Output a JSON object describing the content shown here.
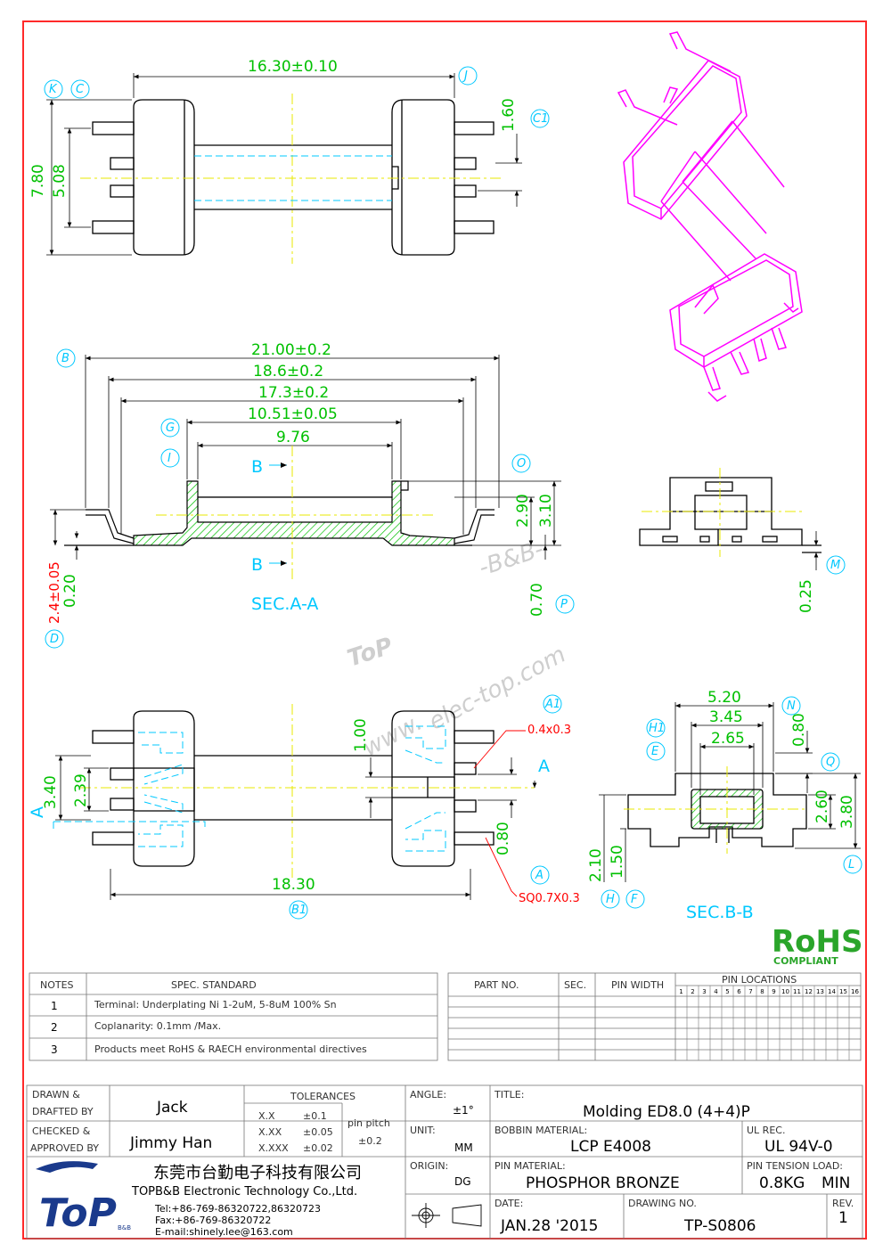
{
  "colors": {
    "frame": "#ff2a2a",
    "outline": "#000000",
    "dimension": "#00c000",
    "tolerance_red": "#ff0000",
    "reference": "#00c8ff",
    "iso_view": "#ff00ff",
    "hatch": "#00c000",
    "centerline": "#e8e800"
  },
  "dimensions": {
    "top": {
      "length": "16.30±0.10",
      "height": "7.80",
      "pin_span": "5.08",
      "pin_pitch": "1.60"
    },
    "section_aa": {
      "overall": "21.00±0.2",
      "pin_outer": "18.6±0.2",
      "flange_outer": "17.3±0.2",
      "flange_inner": "10.51±0.05",
      "winding": "9.76",
      "h1": "2.90",
      "h2": "3.10",
      "pin_height": "2.4±0.05",
      "thickness": "0.20",
      "standoff": "0.70",
      "label": "SEC.A-A",
      "cut_b1": "B",
      "cut_b2": "B"
    },
    "end_view": {
      "standoff": "0.25"
    },
    "bottom": {
      "w1": "3.40",
      "w2": "2.39",
      "slot": "1.00",
      "pin_w": "0.80",
      "length": "18.30",
      "note_a1": "0.4x0.3",
      "note_a": "SQ0.7X0.3",
      "cut_a": "A",
      "cut_a2": "A"
    },
    "section_bb": {
      "w1": "5.20",
      "w2": "3.45",
      "w3": "2.65",
      "top": "0.80",
      "h1": "2.60",
      "h2": "3.80",
      "h3": "2.10",
      "h4": "1.50",
      "label": "SEC.B-B"
    }
  },
  "refs": [
    "K",
    "C",
    "J",
    "C1",
    "B",
    "G",
    "I",
    "O",
    "D",
    "P",
    "M",
    "A1",
    "H1",
    "E",
    "N",
    "Q",
    "L",
    "A",
    "H",
    "F",
    "B1"
  ],
  "refs_positions_note": "",
  "watermark": {
    "brand": "ToP",
    "sub": "-B&B-",
    "url": "elec-top.com",
    "www": "www."
  },
  "rohs": {
    "title": "RoHS",
    "sub": "COMPLIANT"
  },
  "notes_table": {
    "headers": [
      "NOTES",
      "SPEC. STANDARD"
    ],
    "rows": [
      [
        "1",
        "Terminal: Underplating Ni 1-2uM, 5-8uM 100% Sn"
      ],
      [
        "2",
        "Coplanarity: 0.1mm /Max."
      ],
      [
        "3",
        "Products meet RoHS & RAECH environmental directives"
      ]
    ]
  },
  "parts_table": {
    "headers": [
      "PART NO.",
      "SEC.",
      "PIN WIDTH",
      "PIN LOCATIONS"
    ],
    "pin_numbers": [
      "1",
      "2",
      "3",
      "4",
      "5",
      "6",
      "7",
      "8",
      "9",
      "10",
      "11",
      "12",
      "13",
      "14",
      "15",
      "16"
    ]
  },
  "title_block": {
    "drawn_label": "DRAWN &\nDRAFTED BY",
    "drawn_label_1": "DRAWN &",
    "drawn_label_2": "DRAFTED BY",
    "drawn_by": "Jack",
    "checked_label_1": "CHECKED &",
    "checked_label_2": "APPROVED BY",
    "checked_by": "Jimmy Han",
    "tolerances_label": "TOLERANCES",
    "tol_rows": [
      [
        "X.X",
        "±0.1"
      ],
      [
        "X.XX",
        "±0.05"
      ],
      [
        "X.XXX",
        "±0.02"
      ]
    ],
    "pin_pitch_label": "pin pitch",
    "pin_pitch_value": "±0.2",
    "angle_label": "ANGLE:",
    "angle_value": "±1°",
    "unit_label": "UNIT:",
    "unit_value": "MM",
    "origin_label": "ORIGIN:",
    "origin_value": "DG",
    "title_label": "TITLE:",
    "title_value": "Molding  ED8.0 (4+4)P",
    "bobbin_label": "BOBBIN MATERIAL:",
    "bobbin_value": "LCP E4008",
    "ul_label": "UL REC.",
    "ul_value": "UL 94V-0",
    "pin_mat_label": "PIN MATERIAL:",
    "pin_mat_value": "PHOSPHOR BRONZE",
    "tension_label": "PIN TENSION LOAD:",
    "tension_value": "0.8KG",
    "tension_min": "MIN",
    "date_label": "DATE:",
    "date_value": "JAN.28 '2015",
    "drawing_label": "DRAWING NO.",
    "drawing_value": "TP-S0806",
    "rev_label": "REV.",
    "rev_value": "1",
    "company_cn": "东莞市台勤电子科技有限公司",
    "company_en": "TOPB&B Electronic Technology Co.,Ltd.",
    "tel": "Tel:+86-769-86320722,86320723",
    "fax": "Fax:+86-769-86320722",
    "email": "E-mail:shinely.lee@163.com",
    "logo_text": "ToP",
    "logo_sub": "B&B"
  }
}
